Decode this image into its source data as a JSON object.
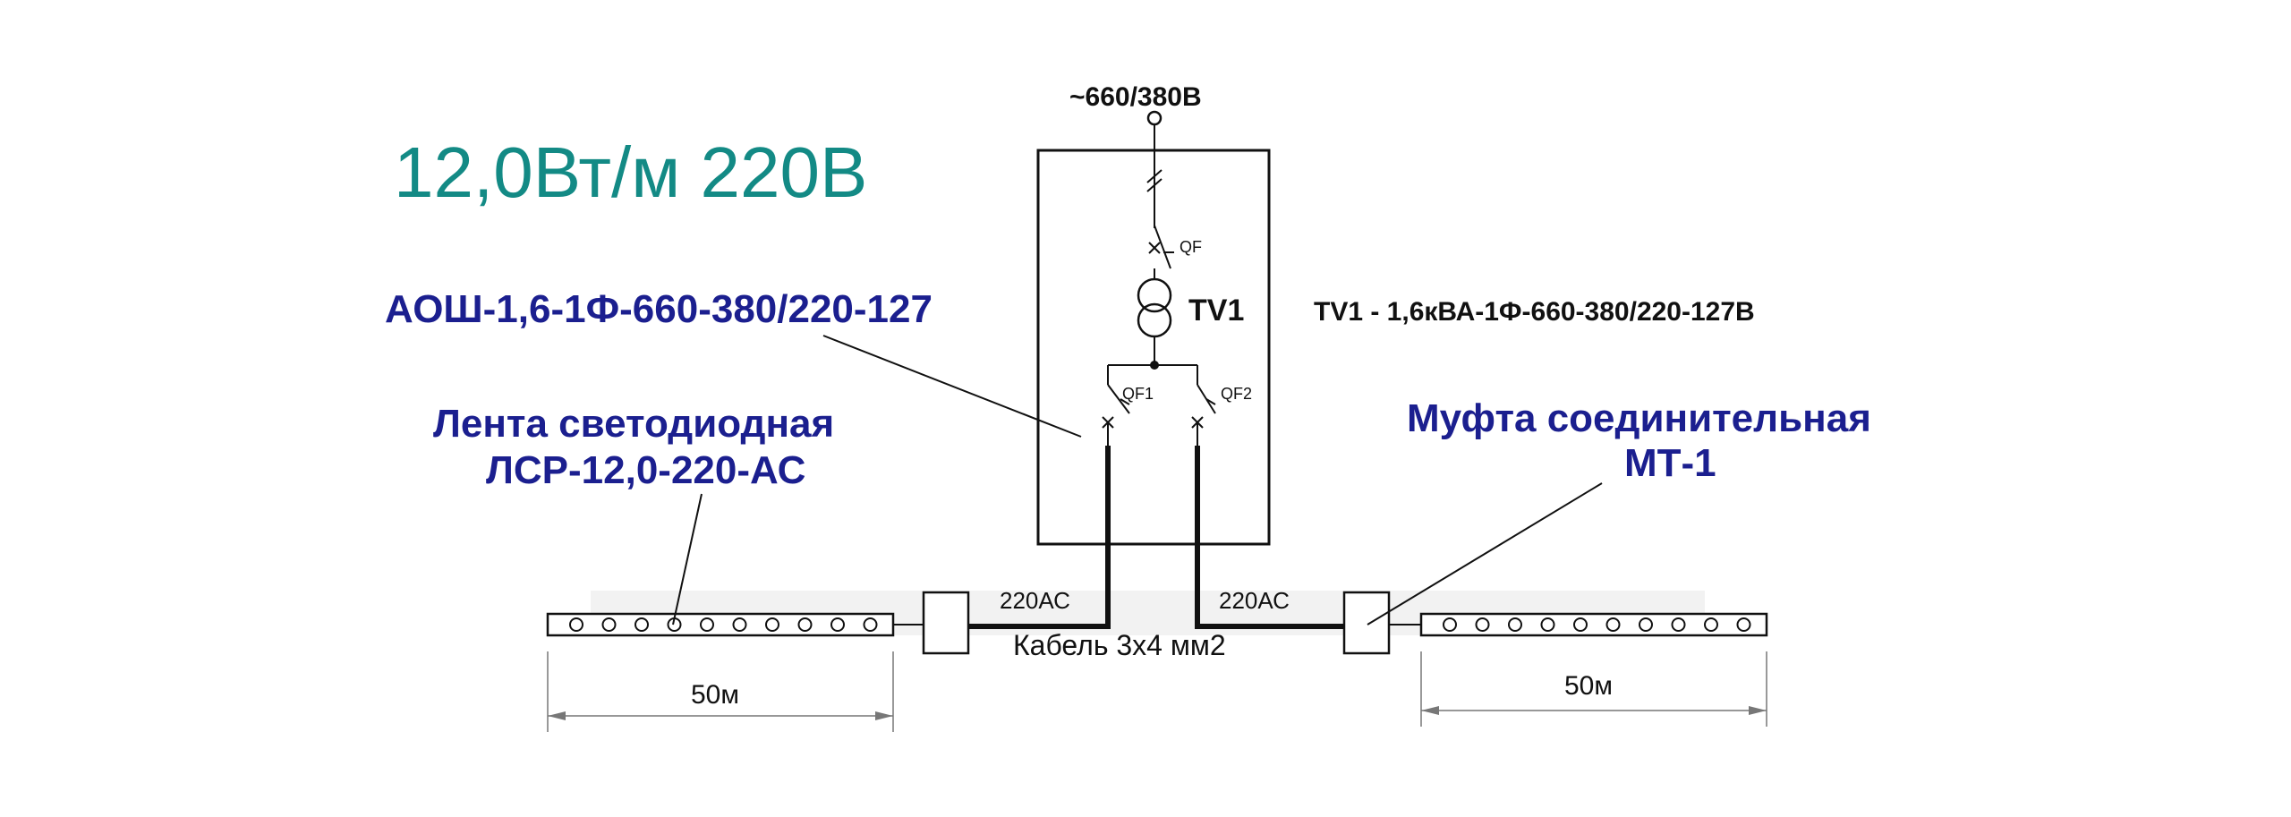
{
  "title": "12,0Вт/м 220В",
  "supply": "~660/380В",
  "cabinet": {
    "model": "АОШ-1,6-1Ф-660-380/220-127",
    "breaker_main": "QF",
    "transformer": "TV1",
    "transformer_spec": "TV1 - 1,6кВА-1Ф-660-380/220-127В",
    "breaker_1": "QF1",
    "breaker_2": "QF2"
  },
  "led_strip": {
    "line1": "Лента светодиодная",
    "line2": "ЛСР-12,0-220-АС",
    "length_left": "50м",
    "length_right": "50м"
  },
  "coupling": {
    "line1": "Муфта соединительная",
    "line2": "МТ-1"
  },
  "cable": {
    "voltage_left": "220АС",
    "voltage_right": "220АС",
    "spec": "Кабель 3х4 мм2"
  },
  "colors": {
    "title": "#138a85",
    "labels": "#1b1f8f",
    "lines": "#111111",
    "watermark": "#d8d8d8"
  }
}
